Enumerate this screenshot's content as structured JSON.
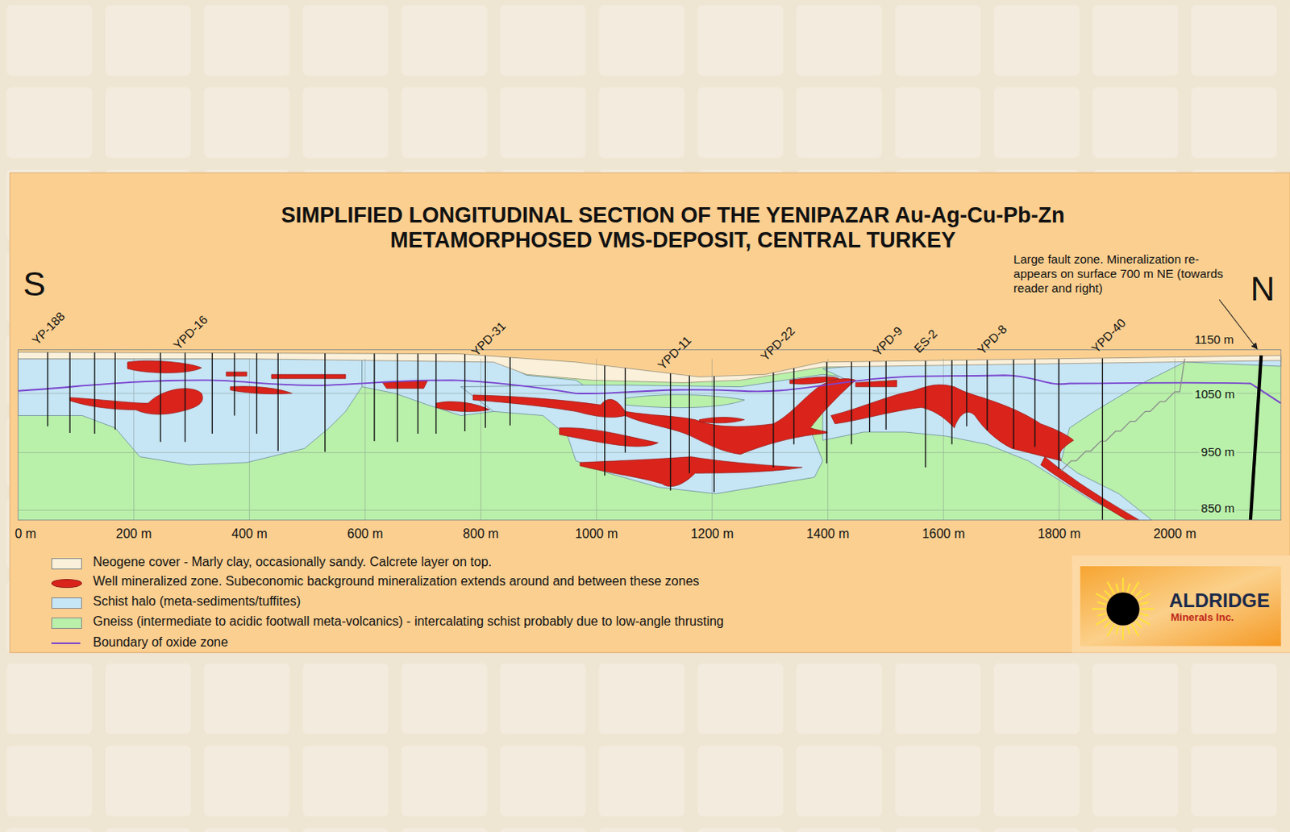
{
  "diagram": {
    "title": "SIMPLIFIED LONGITUDINAL SECTION OF THE YENIPAZAR Au-Ag-Cu-Pb-Zn METAMORPHOSED VMS-DEPOSIT, CENTRAL TURKEY",
    "nodes": [
      {
        "text": [
          "ALDRIDGE",
          "Minerals Inc."
        ]
      }
    ],
    "labels": [
      "S",
      "N",
      "YP-188",
      "YPD-16",
      "YPD-31",
      "YPD-11",
      "YPD-22",
      "YPD-9",
      "ES-2",
      "YPD-8",
      "YPD-40",
      "Large fault zone. Mineralization re-appears on surface 700 m NE (towards reader and right)",
      "1150 m",
      "1050 m",
      "950 m",
      "850 m",
      "0 m",
      "200 m",
      "400 m",
      "600 m",
      "800 m",
      "1000 m",
      "1200 m",
      "1400 m",
      "1600 m",
      "1800 m",
      "2000 m"
    ],
    "legend": [
      {
        "text": "Neogene cover - Marly clay, occasionally sandy. Calcrete layer on top.",
        "color": "#fbf0da"
      },
      {
        "text": "Well mineralized zone. Subeconomic background mineralization extends around and between these zones",
        "color": "#d9231b"
      },
      {
        "text": "Schist halo (meta-sediments/tuffites)",
        "color": "#c6e5f5"
      },
      {
        "text": "Gneiss (intermediate to acidic footwall meta-volcanics) - intercalating schist probably due to low-angle thrusting",
        "color": "#b9f0aa"
      },
      {
        "text": "Boundary of oxide zone"
      }
    ]
  }
}
